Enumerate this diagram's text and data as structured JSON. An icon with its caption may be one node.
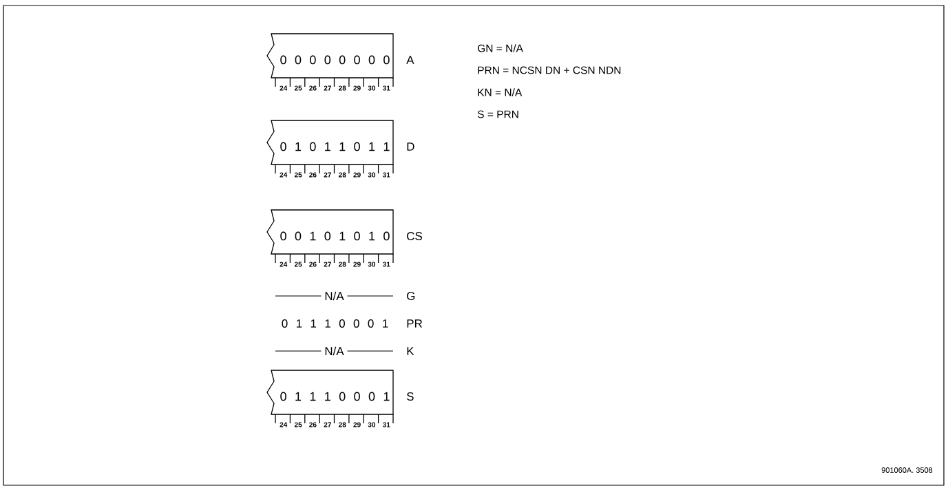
{
  "diagram": {
    "nodes": [
      {
        "text": [
          "0 0 0 0 0 0 0 0"
        ],
        "beside": [
          "A"
        ]
      },
      {
        "text": [
          "0 1 0 1 1 0 1 1"
        ],
        "beside": [
          "D"
        ]
      },
      {
        "text": [
          "0 0 1 0 1 0 1 0"
        ],
        "beside": [
          "CS"
        ]
      },
      {
        "text": [
          "0 1 1 1 0 0 0 1"
        ],
        "beside": [
          "S"
        ]
      }
    ],
    "labels": [
      "GN = N/A",
      "PRN = NCSN DN + CSN NDN",
      "KN = N/A",
      "S = PRN",
      "24",
      "25",
      "26",
      "27",
      "28",
      "29",
      "30",
      "31",
      "24",
      "25",
      "26",
      "27",
      "28",
      "29",
      "30",
      "31",
      "24",
      "25",
      "26",
      "27",
      "28",
      "29",
      "30",
      "31",
      "N/A",
      "G",
      "0 1 1 1 0 0 0 1",
      "PR",
      "N/A",
      "K",
      "24",
      "25",
      "26",
      "27",
      "28",
      "29",
      "30",
      "31",
      "901060A. 3508"
    ]
  }
}
